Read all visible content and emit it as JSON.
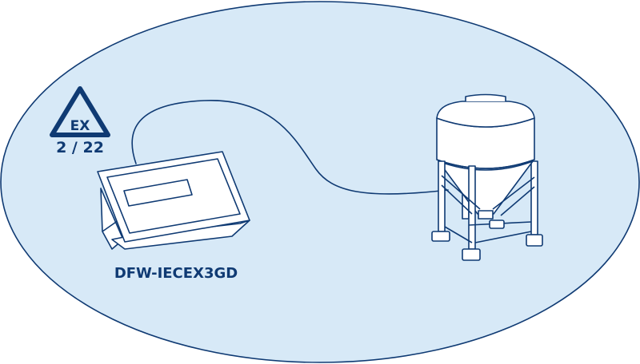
{
  "ex_badge": {
    "mark": "EX",
    "zone": "2 / 22",
    "icon": "atex-warning-triangle-icon"
  },
  "device": {
    "model": "DFW-IECEX3GD",
    "icon": "weighing-terminal-icon"
  },
  "vessel": {
    "icon": "silo-on-load-cells-icon"
  },
  "colors": {
    "background_fill": "#d7e9f7",
    "line": "#0f3a73",
    "object_fill": "#ffffff"
  }
}
